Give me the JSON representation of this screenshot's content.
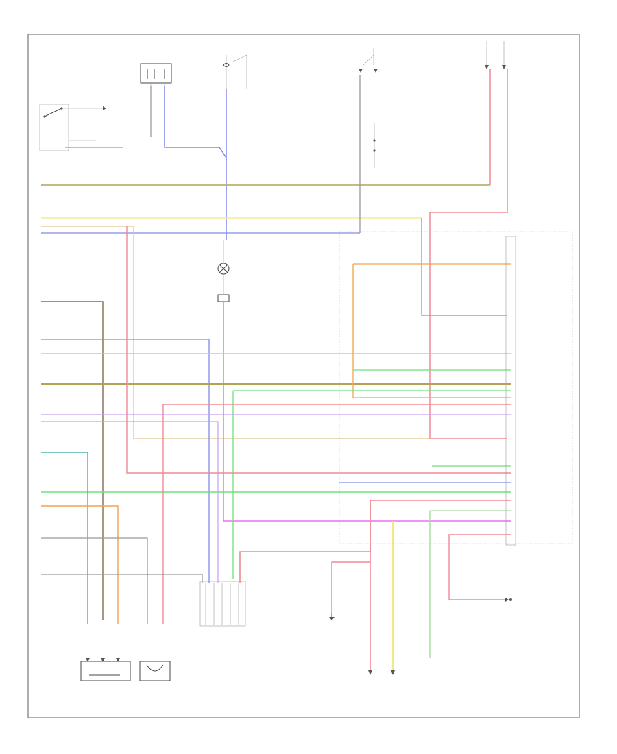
{
  "diagram": {
    "figure_id": "",
    "legible_text": []
  },
  "colors": {
    "frame": "#777777",
    "background": "#ffffff",
    "pink_red": "#f08a94",
    "blue": "#7f8ae8",
    "violet": "#c5a0ee",
    "magenta": "#ee6ef0",
    "yellow": "#f2e05a",
    "light_yellow": "#f4ec9a",
    "orange": "#f2a34a",
    "olive": "#b3a454",
    "brown": "#8a6a4a",
    "tan": "#e3c48c",
    "green": "#6ee07a",
    "teal": "#4fb8b0",
    "gray": "#999999",
    "pale_green": "#a6dba0",
    "dark_gray": "#444444"
  },
  "icons": [
    "ground-symbol",
    "fuse-symbol",
    "connector-symbol",
    "sensor-component",
    "relay-switch"
  ]
}
